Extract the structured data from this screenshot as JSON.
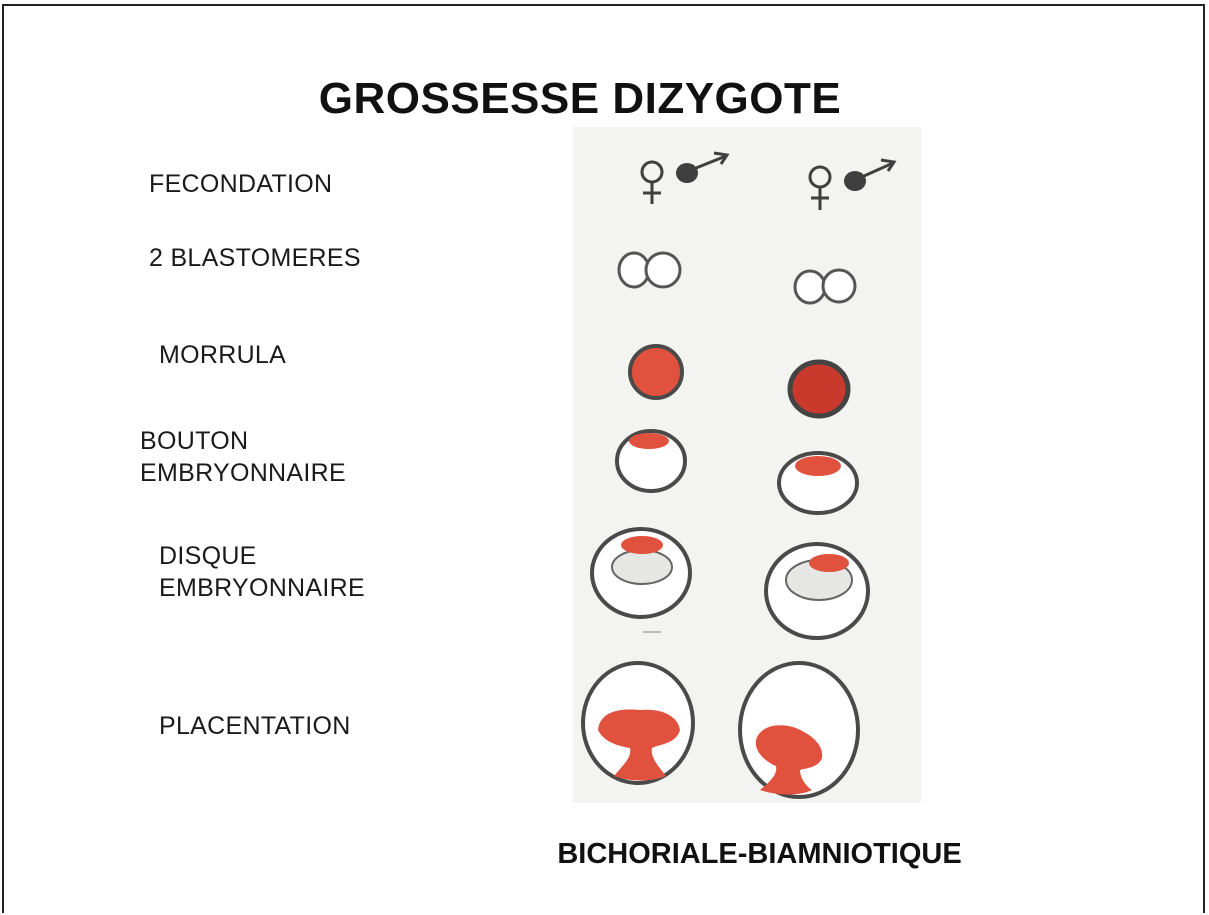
{
  "title": "GROSSESSE DIZYGOTE",
  "stages": [
    {
      "lines": [
        "FECONDATION"
      ]
    },
    {
      "lines": [
        "2 BLASTOMERES"
      ]
    },
    {
      "lines": [
        "MORRULA"
      ]
    },
    {
      "lines": [
        "BOUTON",
        "EMBRYONNAIRE"
      ]
    },
    {
      "lines": [
        "DISQUE",
        "EMBRYONNAIRE"
      ]
    },
    {
      "lines": [
        "PLACENTATION"
      ]
    }
  ],
  "footer": "BICHORIALE-BIAMNIOTIQUE",
  "colors": {
    "red": "#e0513e",
    "dark_red": "#c93a2c",
    "pencil": "#3f3f3f",
    "paper": "#f3f3f1"
  },
  "icons": [
    "female-symbol-icon",
    "male-symbol-icon"
  ]
}
